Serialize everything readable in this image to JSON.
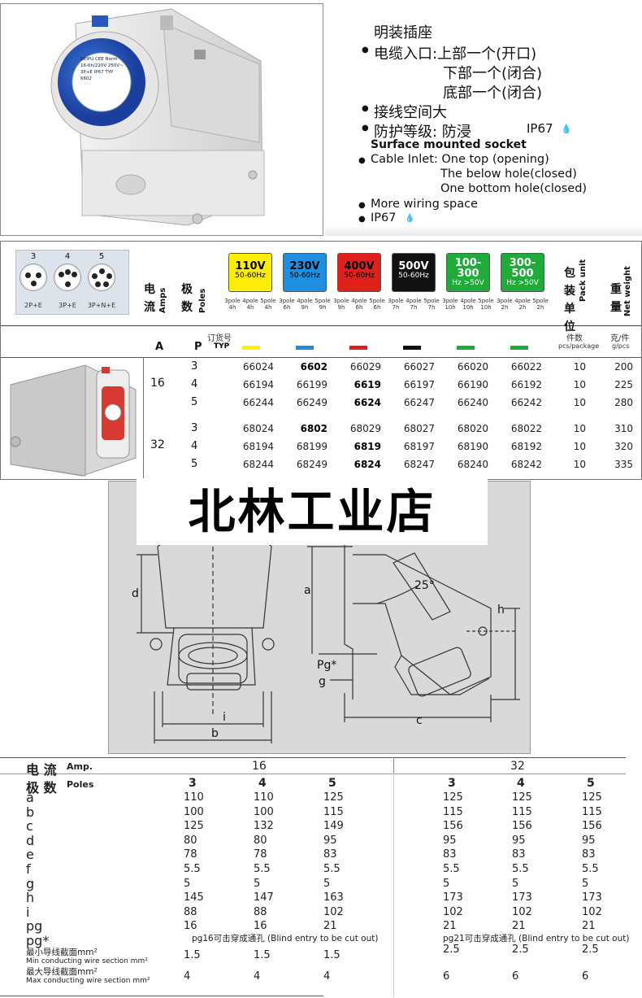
{
  "section1": {
    "zh_title": "明装插座",
    "zh_cable": "电缆入口:上部一个(开口)",
    "zh_cable2": "下部一个(闭合)",
    "zh_cable3": "底部一个(闭合)",
    "zh_space": "接线空间大",
    "zh_protect": "防护等级: 防浸",
    "zh_ip": "IP67",
    "en_title": "Surface mounted socket",
    "en_cable": "Cable Inlet: One top (opening)",
    "en_cable2": "The below hole(closed)",
    "en_cable3": "One bottom hole(closed)",
    "en_space": "More wiring space",
    "en_ip": "IP67",
    "label_text": "BEIPU CEE Norm 16-6h/220V 250V~ 3P+E IP67 TYP 6602"
  },
  "section2": {
    "pins": [
      {
        "num": "3",
        "label": "2P+E"
      },
      {
        "num": "4",
        "label": "3P+E"
      },
      {
        "num": "5",
        "label": "3P+N+E"
      }
    ],
    "amps_zh": "电流",
    "amps_en": "Amps",
    "poles_zh": "极数",
    "poles_en": "Poles",
    "voltages": [
      {
        "v": "110V",
        "hz": "50-60Hz",
        "color": "#ffee00",
        "text": "#000",
        "poles": [
          "3pole 4h",
          "4pole 4h",
          "5pole 4h"
        ]
      },
      {
        "v": "230V",
        "hz": "50-60Hz",
        "color": "#1e8ee0",
        "text": "#000",
        "poles": [
          "3pole 6h",
          "4pole 9h",
          "5pole 9h"
        ]
      },
      {
        "v": "400V",
        "hz": "50-60Hz",
        "color": "#e0201a",
        "text": "#000",
        "poles": [
          "3pole 9h",
          "4pole 6h",
          "5pole 6h"
        ]
      },
      {
        "v": "500V",
        "hz": "50-60Hz",
        "color": "#111111",
        "text": "#fff",
        "poles": [
          "3pole 7h",
          "4pole 7h",
          "5pole 7h"
        ]
      },
      {
        "v": "100-300",
        "hz": "Hz >50V",
        "color": "#1faa3a",
        "text": "#fff",
        "poles": [
          "3pole 10h",
          "4pole 10h",
          "5pole 10h"
        ]
      },
      {
        "v": "300-500",
        "hz": "Hz >50V",
        "color": "#1faa3a",
        "text": "#fff",
        "poles": [
          "3pole 2h",
          "4pole 2h",
          "5pole 2h"
        ]
      }
    ],
    "pack_zh": "包装单位",
    "pack_en": "Pack unit",
    "weight_zh": "重量",
    "weight_en": "Net weight",
    "col_a": "A",
    "col_p": "P",
    "col_order_zh": "订货号",
    "col_typ": "TYP",
    "col_pack_zh": "件数",
    "col_pack_en": "pcs/package",
    "col_weight_zh": "克/件",
    "col_weight_en": "g/pcs",
    "swatch_colors": [
      "#ffee00",
      "#1e8ee0",
      "#e0201a",
      "#111111",
      "#1faa3a",
      "#1faa3a"
    ],
    "amp16": "16",
    "amp32": "32",
    "rows": [
      {
        "p": "3",
        "codes": [
          "66024",
          "6602",
          "66029",
          "66027",
          "66020",
          "66022"
        ],
        "bold": 1,
        "pack": "10",
        "weight": "200"
      },
      {
        "p": "4",
        "codes": [
          "66194",
          "66199",
          "6619",
          "66197",
          "66190",
          "66192"
        ],
        "bold": 2,
        "pack": "10",
        "weight": "225"
      },
      {
        "p": "5",
        "codes": [
          "66244",
          "66249",
          "6624",
          "66247",
          "66240",
          "66242"
        ],
        "bold": 2,
        "pack": "10",
        "weight": "280"
      },
      {
        "p": "3",
        "codes": [
          "68024",
          "6802",
          "68029",
          "68027",
          "68020",
          "68022"
        ],
        "bold": 1,
        "pack": "10",
        "weight": "310"
      },
      {
        "p": "4",
        "codes": [
          "68194",
          "68199",
          "6819",
          "68197",
          "68190",
          "68192"
        ],
        "bold": 2,
        "pack": "10",
        "weight": "320"
      },
      {
        "p": "5",
        "codes": [
          "68244",
          "68249",
          "6824",
          "68247",
          "68240",
          "68242"
        ],
        "bold": 2,
        "pack": "10",
        "weight": "335"
      }
    ]
  },
  "section3": {
    "shop_name": "北林工业店",
    "labels": {
      "a": "a",
      "b": "b",
      "c": "c",
      "d": "d",
      "g": "g",
      "h": "h",
      "i": "i",
      "pg": "Pg*",
      "angle": "25°"
    }
  },
  "section4": {
    "current_zh": "电 流",
    "current_en": "Amp.",
    "amp16": "16",
    "amp32": "32",
    "poles_zh": "极 数",
    "poles_en": "Poles",
    "poles": [
      "3",
      "4",
      "5",
      "3",
      "4",
      "5"
    ],
    "dims": [
      {
        "k": "a",
        "v": [
          "110",
          "110",
          "125",
          "125",
          "125",
          "125"
        ]
      },
      {
        "k": "b",
        "v": [
          "100",
          "100",
          "115",
          "115",
          "115",
          "115"
        ]
      },
      {
        "k": "c",
        "v": [
          "125",
          "132",
          "149",
          "156",
          "156",
          "156"
        ]
      },
      {
        "k": "d",
        "v": [
          "80",
          "80",
          "95",
          "95",
          "95",
          "95"
        ]
      },
      {
        "k": "e",
        "v": [
          "78",
          "78",
          "83",
          "83",
          "83",
          "83"
        ]
      },
      {
        "k": "f",
        "v": [
          "5.5",
          "5.5",
          "5.5",
          "5.5",
          "5.5",
          "5.5"
        ]
      },
      {
        "k": "g",
        "v": [
          "5",
          "5",
          "5",
          "5",
          "5",
          "5"
        ]
      },
      {
        "k": "h",
        "v": [
          "145",
          "147",
          "163",
          "173",
          "173",
          "173"
        ]
      },
      {
        "k": "i",
        "v": [
          "88",
          "88",
          "102",
          "102",
          "102",
          "102"
        ]
      },
      {
        "k": "pg",
        "v": [
          "16",
          "16",
          "21",
          "21",
          "21",
          "21"
        ]
      }
    ],
    "pgstar_k": "pg*",
    "pgstar_16": "pg16可击穿成通孔 (Blind entry to be cut  out)",
    "pgstar_32": "pg21可击穿成通孔 (Blind entry to be cut  out)",
    "min_zh": "最小导线截面mm²",
    "min_en": "Min conducting wire section mm²",
    "min_v": [
      "1.5",
      "1.5",
      "1.5",
      "2.5",
      "2.5",
      "2.5"
    ],
    "max_zh": "最大导线截面mm²",
    "max_en": "Max conducting wire section mm²",
    "max_v": [
      "4",
      "4",
      "4",
      "6",
      "6",
      "6"
    ]
  }
}
